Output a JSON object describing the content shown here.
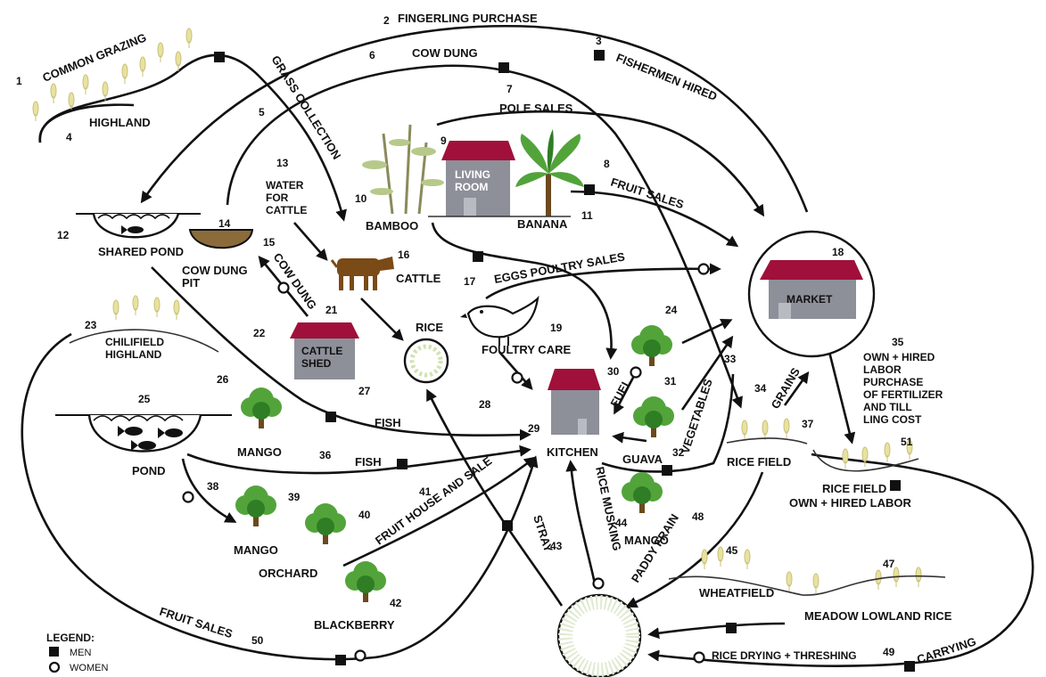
{
  "legend": {
    "title": "LEGEND:",
    "men": "MEN",
    "women": "WOMEN"
  },
  "labels": {
    "common_grazing": "COMMON GRAZING",
    "highland": "HIGHLAND",
    "fingerling_purchase": "FINGERLING PURCHASE",
    "cow_dung_top": "COW DUNG",
    "fishermen_hired": "FISHERMEN HIRED",
    "grass_collection": "GRASS COLLECTION",
    "pole_sales": "POLE SALES",
    "living_room": "LIVING ROOM",
    "fruit_sales_top": "FRUIT SALES",
    "water_for_cattle": "WATER FOR CATTLE",
    "bamboo": "BAMBOO",
    "banana": "BANANA",
    "shared_pond": "SHARED POND",
    "cow_dung_pit": "COW DUNG PIT",
    "cow_dung_mid": "COW DUNG",
    "cattle": "CATTLE",
    "eggs_poultry_sales": "EGGS POULTRY SALES",
    "market": "MARKET",
    "cattle_shed": "CATTLE SHED",
    "rice": "RICE",
    "foultry_care": "FOULTRY CARE",
    "chilifield_highland": "CHILIFIELD HIGHLAND",
    "own_hired_labor": "OWN + HIRED LABOR PURCHASE OF FERTILIZER AND TILL LING COST",
    "fuel": "FUEL",
    "vegetables": "VEGETABLES",
    "grains": "GRAINS",
    "pond": "POND",
    "mango_left": "MANGO",
    "fish_upper": "FISH",
    "fish_lower": "FISH",
    "kitchen": "KITCHEN",
    "guava": "GUAVA",
    "rice_field_1": "RICE FIELD",
    "rice_field_2": "RICE FIELD",
    "own_hired_labor_2": "OWN + HIRED LABOR",
    "mango_mid": "MANGO",
    "fruit_house_and_sale": "FRUIT HOUSE AND SALE",
    "rice_musking": "RICE MUSKING",
    "paddy_frain": "PADDY FRAIN",
    "stray": "STRAY",
    "mango_bottom": "MANGO",
    "orchard": "ORCHARD",
    "blackberry": "BLACKBERRY",
    "fruit_sales_bottom": "FRUIT SALES",
    "wheatfield": "WHEATFIELD",
    "meadow_lowland_rice": "MEADOW LOWLAND RICE",
    "rice_drying_threshing": "RICE DRYING + THRESHING",
    "carrying": "CARRYING"
  },
  "numbers": {
    "n1": "1",
    "n2": "2",
    "n3": "3",
    "n4": "4",
    "n5": "5",
    "n6": "6",
    "n7": "7",
    "n8": "8",
    "n9": "9",
    "n10": "10",
    "n11": "11",
    "n12": "12",
    "n13": "13",
    "n14": "14",
    "n15": "15",
    "n16": "16",
    "n17": "17",
    "n18": "18",
    "n19": "19",
    "n21": "21",
    "n22": "22",
    "n23": "23",
    "n24": "24",
    "n25": "25",
    "n26": "26",
    "n27": "27",
    "n28": "28",
    "n29": "29",
    "n30": "30",
    "n31": "31",
    "n32": "32",
    "n33": "33",
    "n34": "34",
    "n35": "35",
    "n36": "36",
    "n37": "37",
    "n38": "38",
    "n39": "39",
    "n40": "40",
    "n41": "41",
    "n42": "42",
    "n43": "43",
    "n44": "44",
    "n45": "45",
    "n47": "47",
    "n48": "48",
    "n49": "49",
    "n50": "50",
    "n51": "51"
  },
  "colors": {
    "roof": "#a0103a",
    "wall": "#8d8f99",
    "tree": "#52a43a",
    "flow": "#111111"
  }
}
